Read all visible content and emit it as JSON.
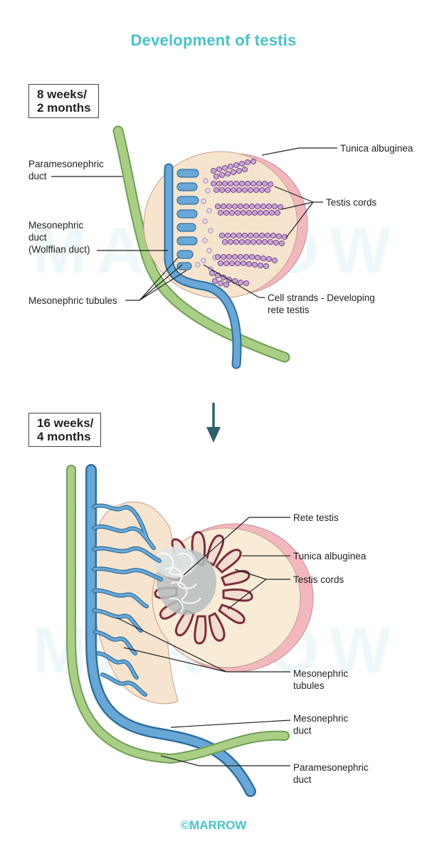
{
  "title": "Development of testis",
  "stage1": {
    "box_lines": [
      "8 weeks/",
      "2 months"
    ],
    "labels": {
      "paramesonephric": [
        "Paramesonephric",
        "duct"
      ],
      "mesonephric": [
        "Mesonephric",
        "duct",
        "(Wolffian duct)"
      ],
      "mesonephric_tubules": [
        "Mesonephric tubules"
      ],
      "tunica": [
        "Tunica albuginea"
      ],
      "testis_cords": [
        "Testis cords"
      ],
      "cell_strands": [
        "Cell strands - Developing",
        "rete testis"
      ]
    }
  },
  "stage2": {
    "box_lines": [
      "16 weeks/",
      "4 months"
    ],
    "labels": {
      "rete_testis": [
        "Rete testis"
      ],
      "tunica": [
        "Tunica albuginea"
      ],
      "testis_cords": [
        "Testis cords"
      ],
      "mesonephric_tubules": [
        "Mesonephric",
        "tubules"
      ],
      "mesonephric_duct": [
        "Mesonephric",
        "duct"
      ],
      "paramesonephric_duct": [
        "Paramesonephric",
        "duct"
      ]
    }
  },
  "watermark": "MARROW",
  "footer": "©MARROW",
  "colors": {
    "title": "#47c3c9",
    "duct_blue": "#5b9bc8",
    "duct_green": "#9bc27a",
    "tunica": "#f2b8bd",
    "testis_fill": "#f7e4cf",
    "cords_purple": "#8c5fa0",
    "cords_maroon": "#8b3d4a",
    "rete": "#bfc6c6"
  }
}
